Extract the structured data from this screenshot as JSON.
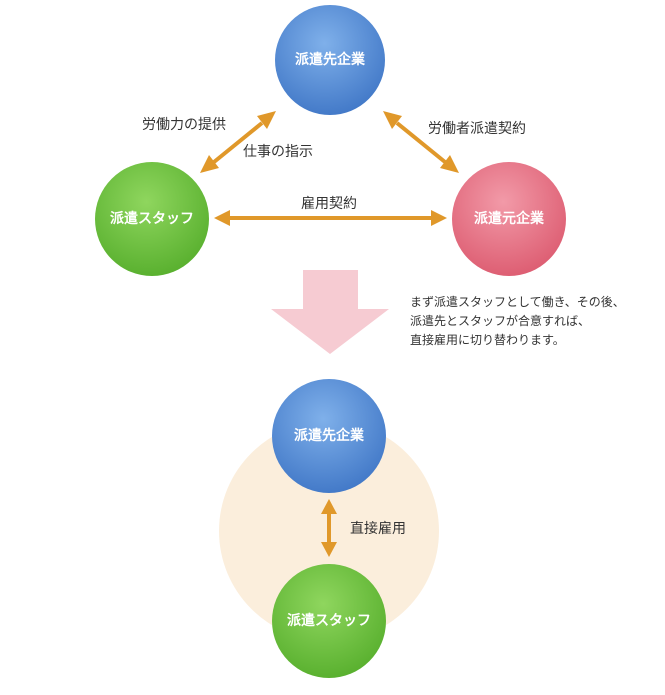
{
  "top": {
    "nodes": {
      "client": "派遣先企業",
      "staff": "派遣スタッフ",
      "agency": "派遣元企業"
    },
    "labels": {
      "labor_provision": "労働力の提供",
      "work_instruction": "仕事の指示",
      "dispatch_contract": "労働者派遣契約",
      "employment_contract": "雇用契約"
    }
  },
  "note": {
    "lines": [
      "まず派遣スタッフとして働き、その後、",
      "派遣先とスタッフが合意すれば、",
      "直接雇用に切り替わります。"
    ]
  },
  "bottom": {
    "nodes": {
      "client": "派遣先企業",
      "staff": "派遣スタッフ"
    },
    "labels": {
      "direct_employment": "直接雇用"
    }
  },
  "colors": {
    "blue": "#4d86d3",
    "green": "#6cc43c",
    "pink": "#e5697c",
    "arrow": "#e0982a",
    "down_arrow": "#f6cbd2",
    "background_circle": "#fbeedc"
  }
}
